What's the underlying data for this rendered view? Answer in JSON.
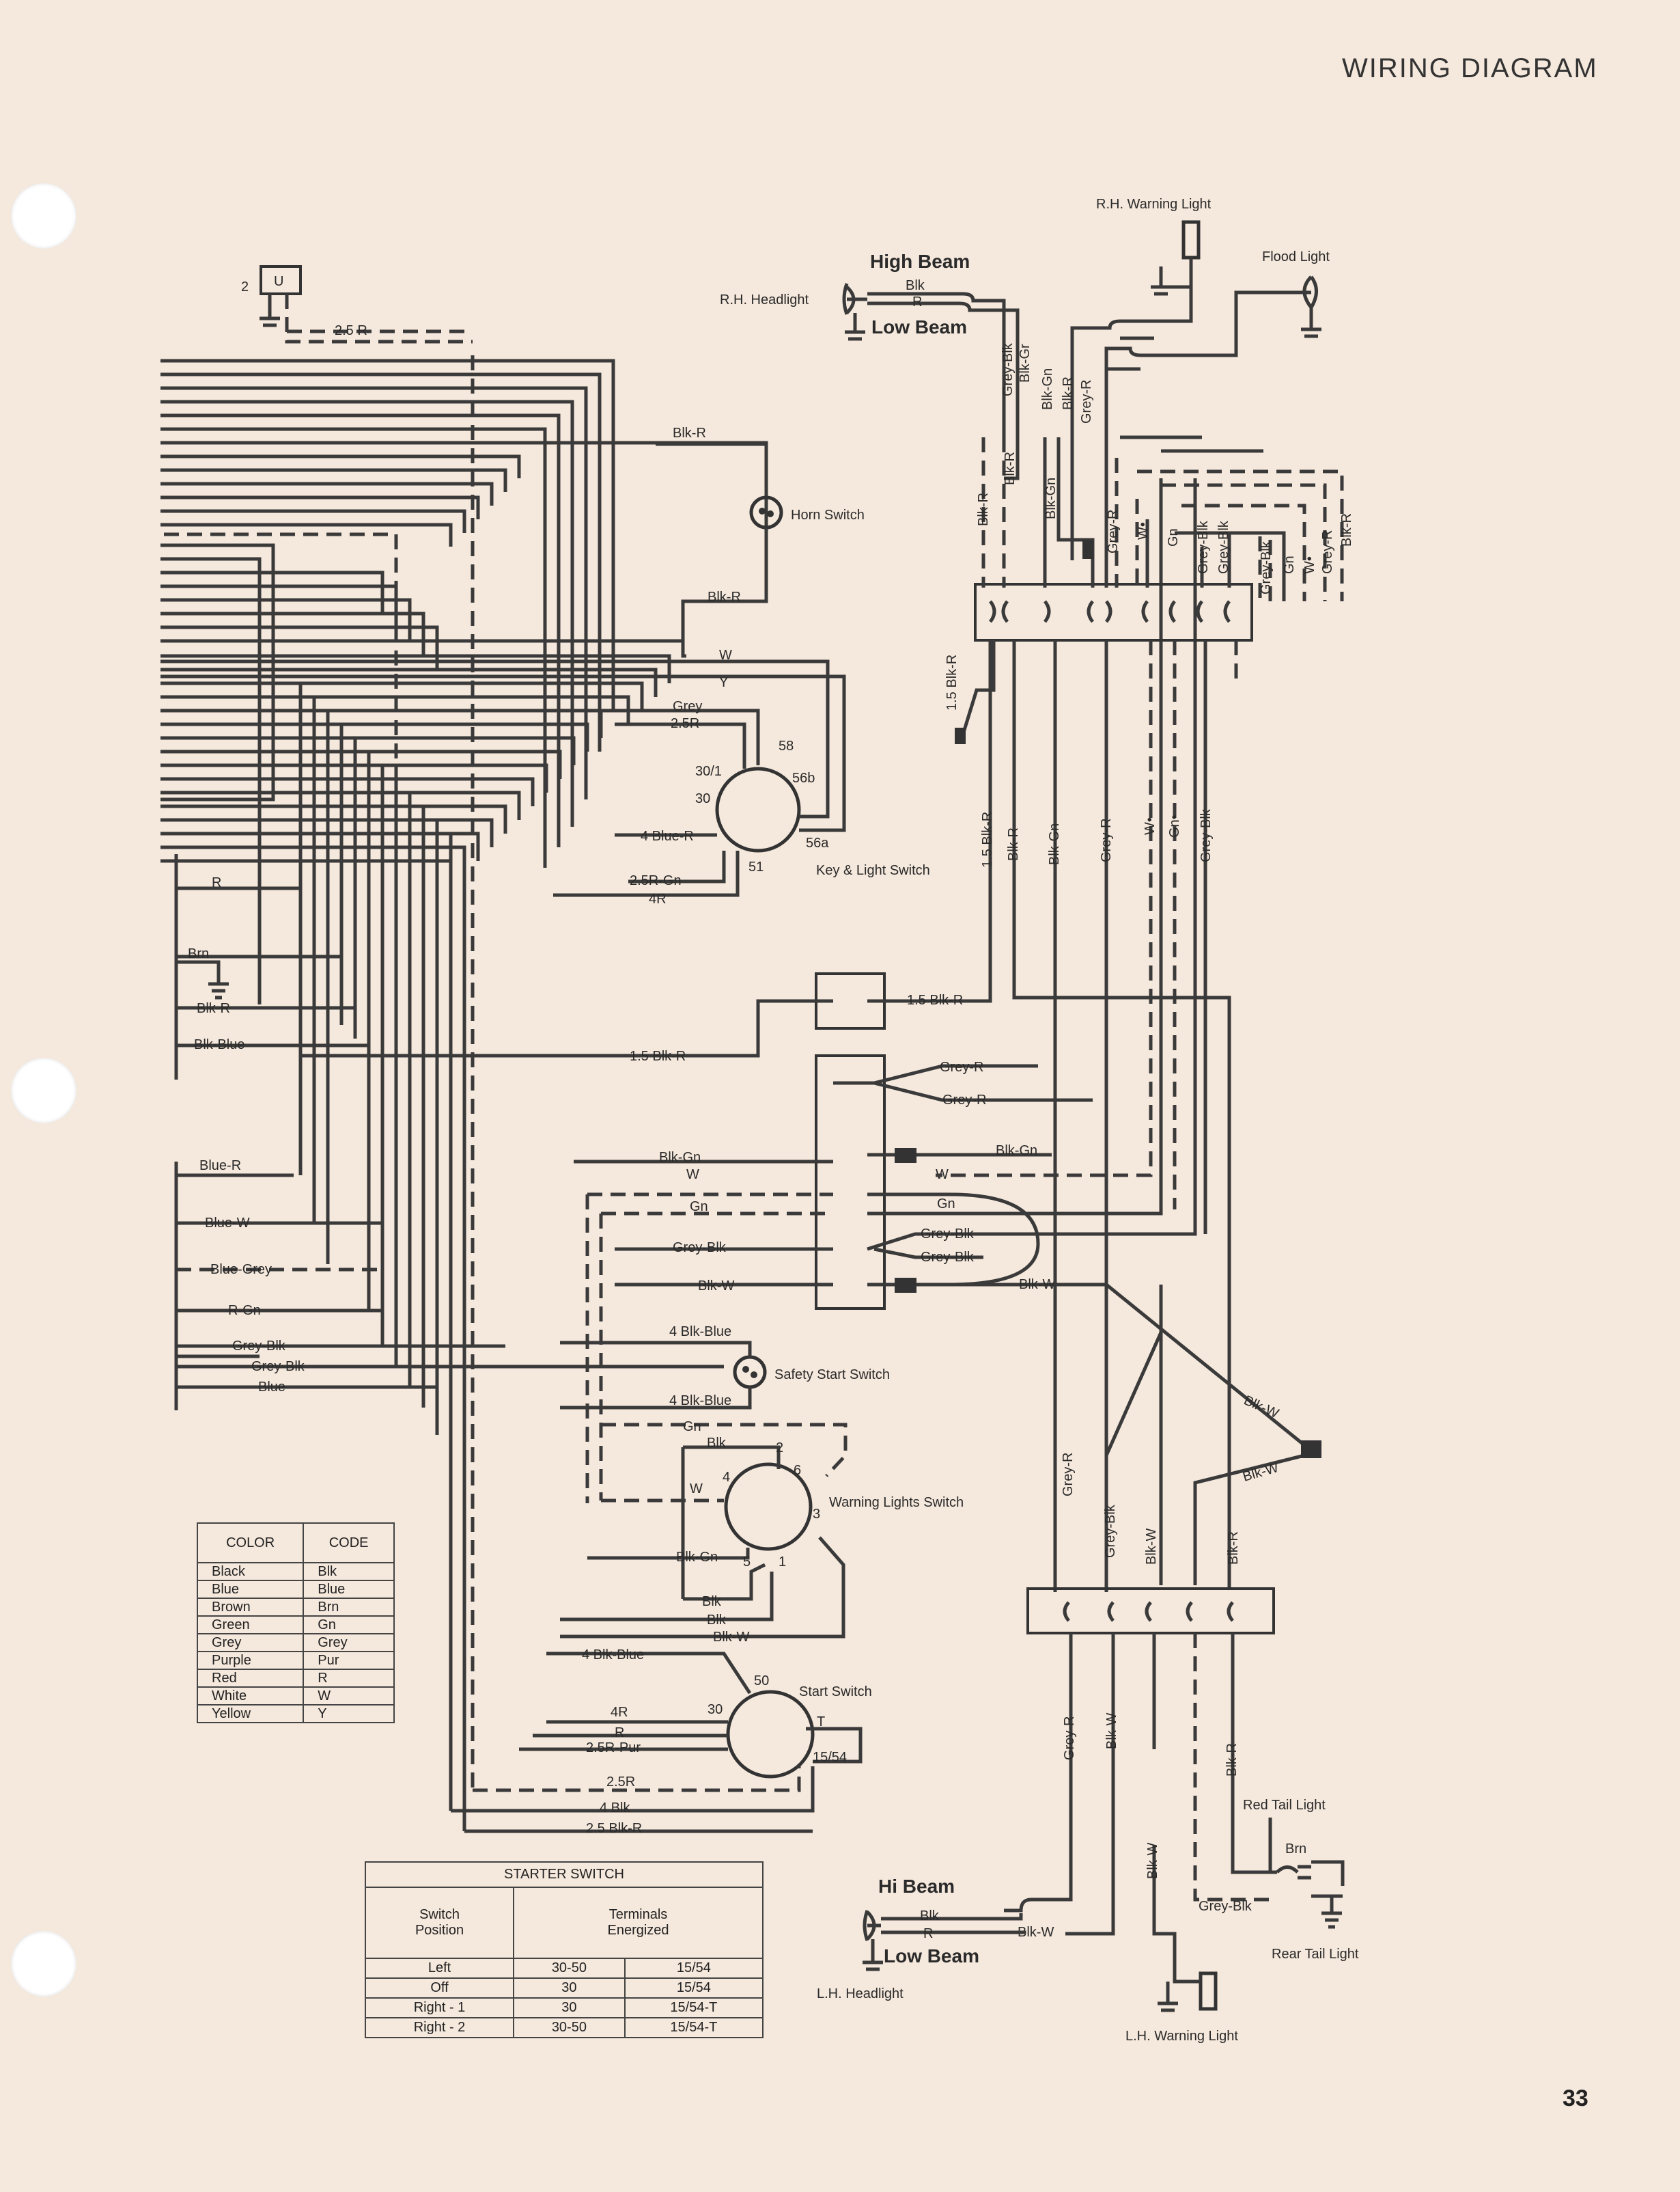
{
  "title": "WIRING DIAGRAM",
  "page_number": "33",
  "components": {
    "rh_warning_light": "R.H. Warning Light",
    "flood_light": "Flood Light",
    "high_beam": "High Beam",
    "low_beam": "Low Beam",
    "rh_headlight": "R.H. Headlight",
    "horn_switch": "Horn Switch",
    "key_light_switch": "Key & Light Switch",
    "safety_start_switch": "Safety Start Switch",
    "warning_lights_switch": "Warning Lights Switch",
    "start_switch": "Start Switch",
    "hi_beam": "Hi Beam",
    "low_beam_lh": "Low Beam",
    "lh_headlight": "L.H. Headlight",
    "lh_warning_light": "L.H. Warning Light",
    "red_tail_light": "Red Tail Light",
    "rear_tail_light": "Rear Tail Light",
    "u_box": "U",
    "u_num": "2"
  },
  "wire_labels": {
    "r25": "2.5 R",
    "blkr": "Blk-R",
    "w": "W",
    "y": "Y",
    "grey": "Grey",
    "r25b": "2.5R",
    "blue_r4": "4 Blue-R",
    "r25gn": "2.5R-Gn",
    "r4": "4R",
    "r": "R",
    "brn": "Brn",
    "blkblue": "Blk-Blue",
    "blkr15": "1.5 Blk-R",
    "greyr": "Grey-R",
    "blkgn": "Blk-Gn",
    "gn": "Gn",
    "greyblk": "Grey-Blk",
    "blkw": "Blk-W",
    "bluer": "Blue-R",
    "bluew": "Blue-W",
    "bluegrey": "Blue-Grey",
    "rgn": "R-Gn",
    "blue": "Blue",
    "blkblue4": "4 Blk-Blue",
    "blk": "Blk",
    "blk4": "4 Blk",
    "blkr25": "2.5 Blk-R",
    "rpur": "2.5R-Pur",
    "t1554": "15/54",
    "tt": "T",
    "t50": "50",
    "t30": "30",
    "t301": "30/1",
    "t58": "58",
    "t56b": "56b",
    "t56a": "56a",
    "t51": "51",
    "n2": "2",
    "n6": "6",
    "n4": "4",
    "n3": "3",
    "n5": "5",
    "n1": "1",
    "greyblk_v": "Grey-Blk",
    "blkgr_v": "Blk-Gr",
    "blkgn_v": "Blk-Gn",
    "blkr_v": "Blk-R",
    "greyr_v": "Grey-R",
    "wdot": "W•",
    "gndot": "Gn•",
    "blkr15_v": "1.5 Blk-R"
  },
  "color_table": {
    "headers": [
      "COLOR",
      "CODE"
    ],
    "rows": [
      [
        "Black",
        "Blk"
      ],
      [
        "Blue",
        "Blue"
      ],
      [
        "Brown",
        "Brn"
      ],
      [
        "Green",
        "Gn"
      ],
      [
        "Grey",
        "Grey"
      ],
      [
        "Purple",
        "Pur"
      ],
      [
        "Red",
        "R"
      ],
      [
        "White",
        "W"
      ],
      [
        "Yellow",
        "Y"
      ]
    ]
  },
  "starter_table": {
    "title": "STARTER SWITCH",
    "col1": "Switch\nPosition",
    "col2": "Terminals\nEnergized",
    "rows": [
      [
        "Left",
        "30-50",
        "15/54"
      ],
      [
        "Off",
        "30",
        "15/54"
      ],
      [
        "Right - 1",
        "30",
        "15/54-T"
      ],
      [
        "Right - 2",
        "30-50",
        "15/54-T"
      ]
    ]
  }
}
